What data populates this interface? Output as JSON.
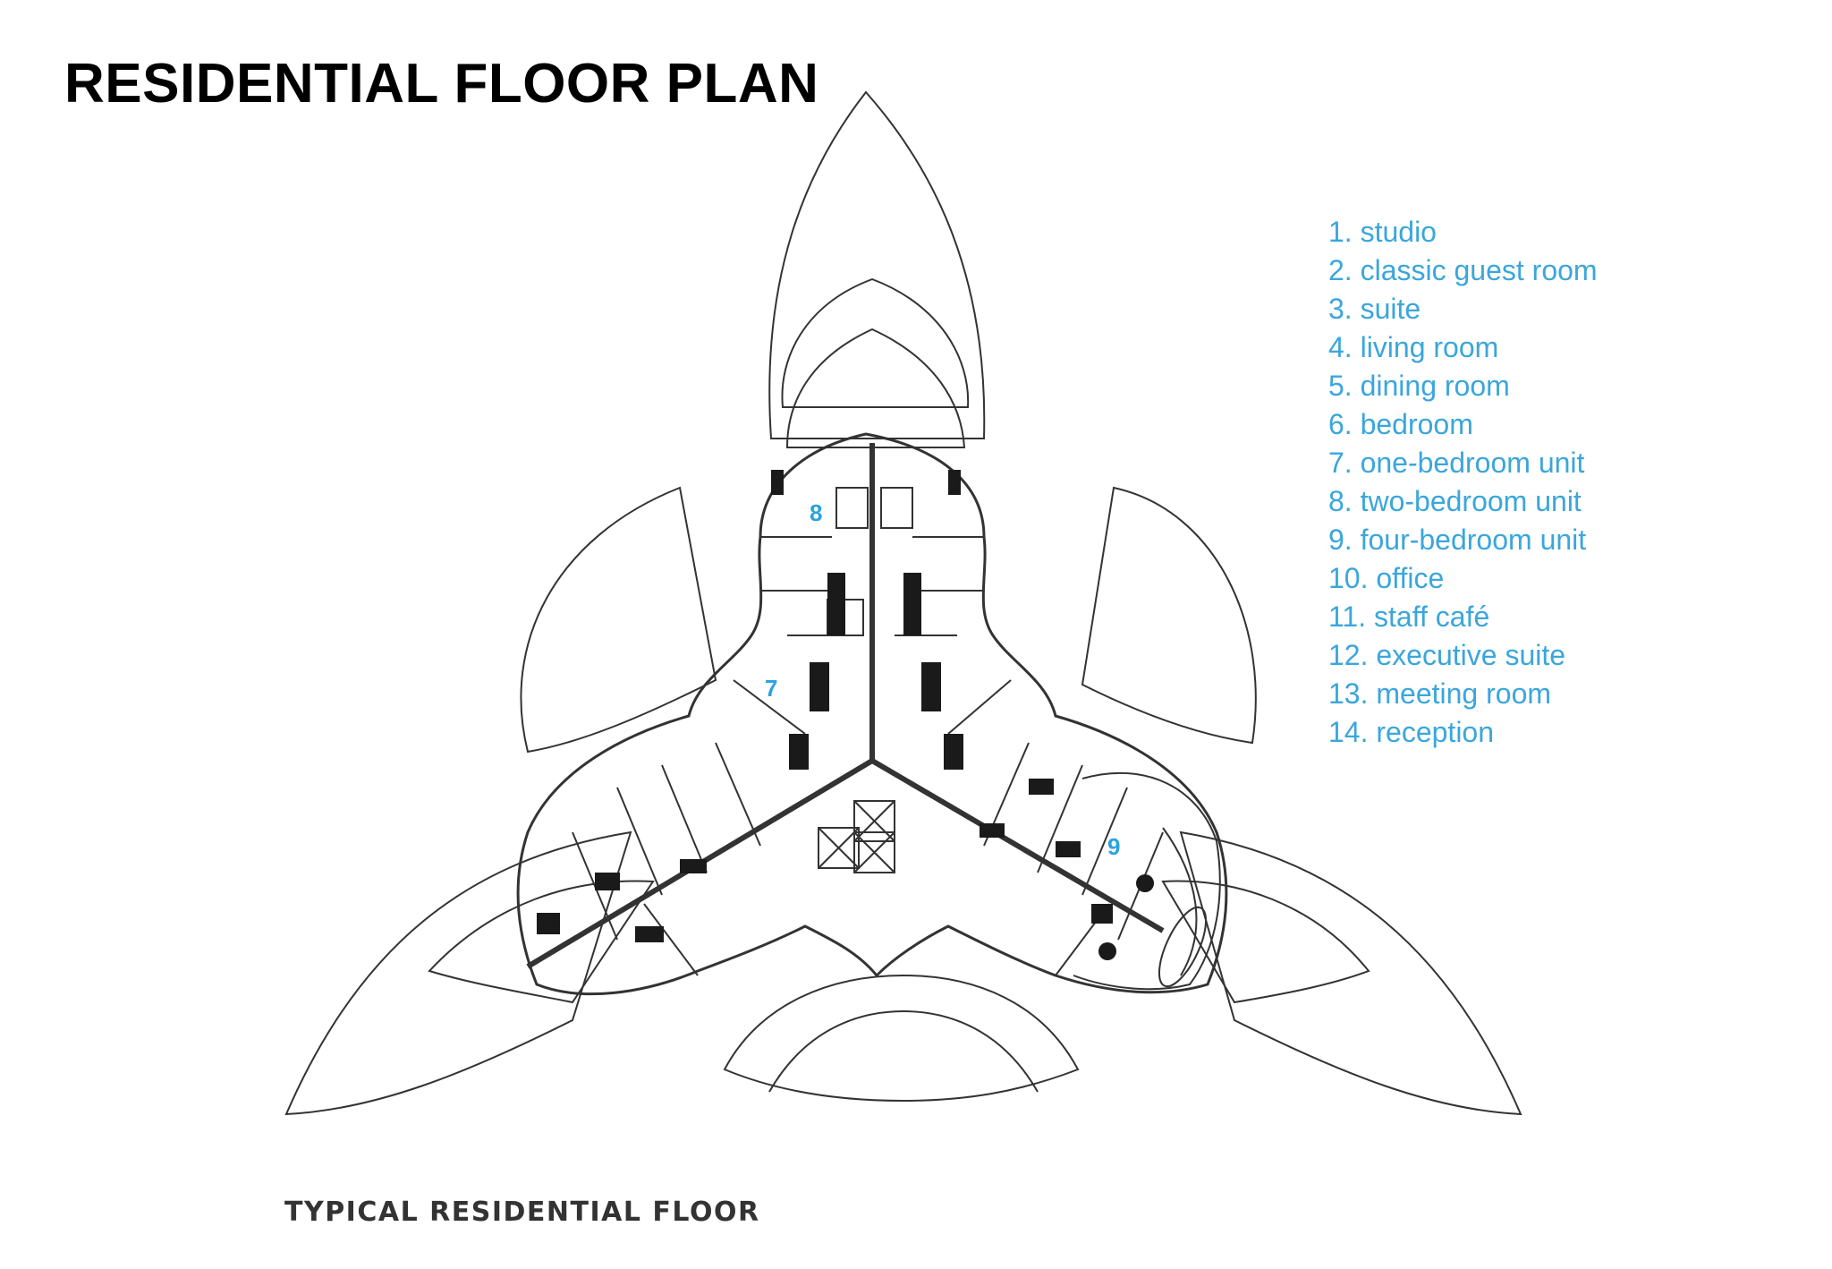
{
  "page": {
    "title": "RESIDENTIAL FLOOR PLAN",
    "caption": "TYPICAL RESIDENTIAL FLOOR"
  },
  "plan": {
    "unit_tags": [
      "8",
      "7",
      "9"
    ],
    "accent_color": "#29a3df",
    "line_color": "#333333"
  },
  "legend": {
    "items": [
      "1. studio",
      "2. classic guest room",
      "3. suite",
      "4. living room",
      "5. dining room",
      "6. bedroom",
      "7. one-bedroom unit",
      "8. two-bedroom unit",
      "9. four-bedroom unit",
      "10. office",
      "11. staff café",
      "12. executive suite",
      "13. meeting room",
      "14. reception"
    ]
  }
}
